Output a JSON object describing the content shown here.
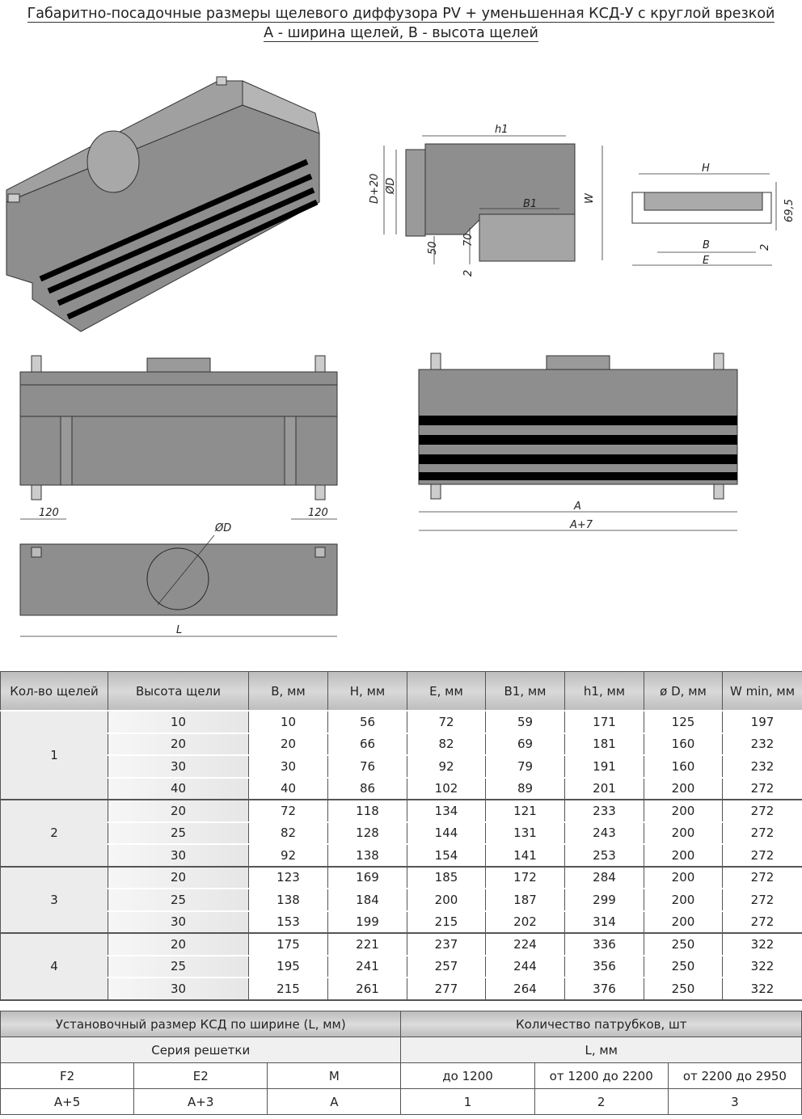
{
  "title": {
    "line1": "Габаритно-посадочные размеры щелевого диффузора PV + уменьшенная КСД-У с круглой врезкой",
    "line2": "A - ширина щелей, B - высота щелей"
  },
  "drawings": {
    "side": {
      "h1": "h1",
      "d20": "D+20",
      "d": "ØD",
      "w": "W",
      "b1": "B1",
      "d50": "50",
      "d70": "70",
      "d2": "2"
    },
    "section": {
      "h": "H",
      "d695": "69,5",
      "b": "B",
      "d2": "2",
      "e": "E"
    },
    "front_left": {
      "d120a": "120",
      "d120b": "120"
    },
    "front_right": {
      "a": "A",
      "a7": "A+7"
    },
    "bottom": {
      "d": "ØD",
      "l": "L"
    }
  },
  "table1": {
    "headers": [
      "Кол-во щелей",
      "Высота щели",
      "B, мм",
      "H, мм",
      "E, мм",
      "B1, мм",
      "h1, мм",
      "ø D, мм",
      "W min, мм"
    ],
    "groups": [
      {
        "count": "1",
        "rows": [
          [
            "10",
            "10",
            "56",
            "72",
            "59",
            "171",
            "125",
            "197"
          ],
          [
            "20",
            "20",
            "66",
            "82",
            "69",
            "181",
            "160",
            "232"
          ],
          [
            "30",
            "30",
            "76",
            "92",
            "79",
            "191",
            "160",
            "232"
          ],
          [
            "40",
            "40",
            "86",
            "102",
            "89",
            "201",
            "200",
            "272"
          ]
        ]
      },
      {
        "count": "2",
        "rows": [
          [
            "20",
            "72",
            "118",
            "134",
            "121",
            "233",
            "200",
            "272"
          ],
          [
            "25",
            "82",
            "128",
            "144",
            "131",
            "243",
            "200",
            "272"
          ],
          [
            "30",
            "92",
            "138",
            "154",
            "141",
            "253",
            "200",
            "272"
          ]
        ]
      },
      {
        "count": "3",
        "rows": [
          [
            "20",
            "123",
            "169",
            "185",
            "172",
            "284",
            "200",
            "272"
          ],
          [
            "25",
            "138",
            "184",
            "200",
            "187",
            "299",
            "200",
            "272"
          ],
          [
            "30",
            "153",
            "199",
            "215",
            "202",
            "314",
            "200",
            "272"
          ]
        ]
      },
      {
        "count": "4",
        "rows": [
          [
            "20",
            "175",
            "221",
            "237",
            "224",
            "336",
            "250",
            "322"
          ],
          [
            "25",
            "195",
            "241",
            "257",
            "244",
            "356",
            "250",
            "322"
          ],
          [
            "30",
            "215",
            "261",
            "277",
            "264",
            "376",
            "250",
            "322"
          ]
        ]
      }
    ]
  },
  "table2": {
    "header_left": "Установочный размер КСД по ширине (L, мм)",
    "header_right": "Количество патрубков, шт",
    "sub_left": "Серия решетки",
    "sub_right": "L, мм",
    "series": [
      "F2",
      "E2",
      "M"
    ],
    "ranges": [
      "до 1200",
      "от 1200 до 2200",
      "от 2200 до 2950"
    ],
    "series_values": [
      "A+5",
      "A+3",
      "A"
    ],
    "counts": [
      "1",
      "2",
      "3"
    ]
  }
}
